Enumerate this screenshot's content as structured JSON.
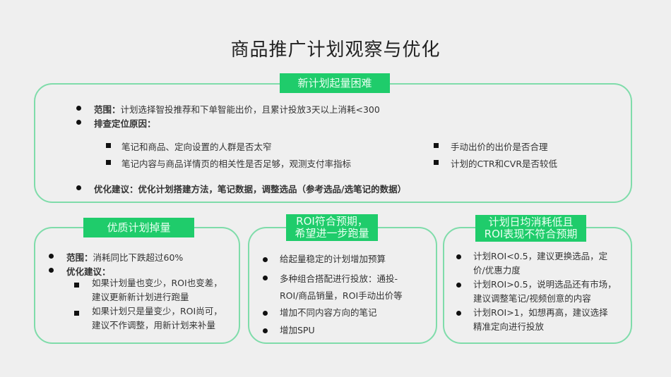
{
  "page": {
    "title": "商品推广计划观察与优化",
    "accent_color": "#1fcc6b",
    "border_color": "#7fdcaa"
  },
  "top_panel": {
    "label": "新计划起量困难",
    "scope_label": "范围：",
    "scope_text": "计划选择智投推荐和下单智能出价，且累计投放3天以上消耗<300",
    "cause_label": "排查定位原因：",
    "causes_left": [
      "笔记和商品、定向设置的人群是否太窄",
      "笔记内容与商品详情页的相关性是否足够，观测支付率指标"
    ],
    "causes_right": [
      "手动出价的出价是否合理",
      "计划的CTR和CVR是否较低"
    ],
    "suggest_label": "优化建议：",
    "suggest_text": "优化计划搭建方法，笔记数据，调整选品（参考选品/选笔记的数据）"
  },
  "left_panel": {
    "label": "优质计划掉量",
    "scope_label": "范围：",
    "scope_text": "消耗同比下跌超过60%",
    "suggest_label": "优化建议：",
    "sub_items": [
      {
        "line1": "如果计划量也变少，ROI也变差，",
        "line2": "建议更新新计划进行跑量"
      },
      {
        "line1": "如果计划只是量变少，ROI尚可，",
        "line2": "建议不作调整，用新计划来补量"
      }
    ]
  },
  "middle_panel": {
    "label_line1": "ROI符合预期，",
    "label_line2": "希望进一步跑量",
    "items": [
      {
        "line1": "给起量稳定的计划增加预算",
        "line2": ""
      },
      {
        "line1": "多种组合搭配进行投放：通投-",
        "line2": "ROI/商品销量，ROI手动出价等"
      },
      {
        "line1": "增加不同内容方向的笔记",
        "line2": ""
      },
      {
        "line1": "增加SPU",
        "line2": ""
      }
    ]
  },
  "right_panel": {
    "label_line1": "计划日均消耗低且",
    "label_line2": "ROI表现不符合预期",
    "items": [
      {
        "line1": "计划ROI<0.5，建议更换选品，定",
        "line2": "价/优惠力度"
      },
      {
        "line1": "计划ROI>0.5，说明选品还有市场，",
        "line2": "建议调整笔记/视频创意的内容"
      },
      {
        "line1": "计划ROI>1，如想再高，建议选择",
        "line2": "精准定向进行投放"
      }
    ]
  }
}
